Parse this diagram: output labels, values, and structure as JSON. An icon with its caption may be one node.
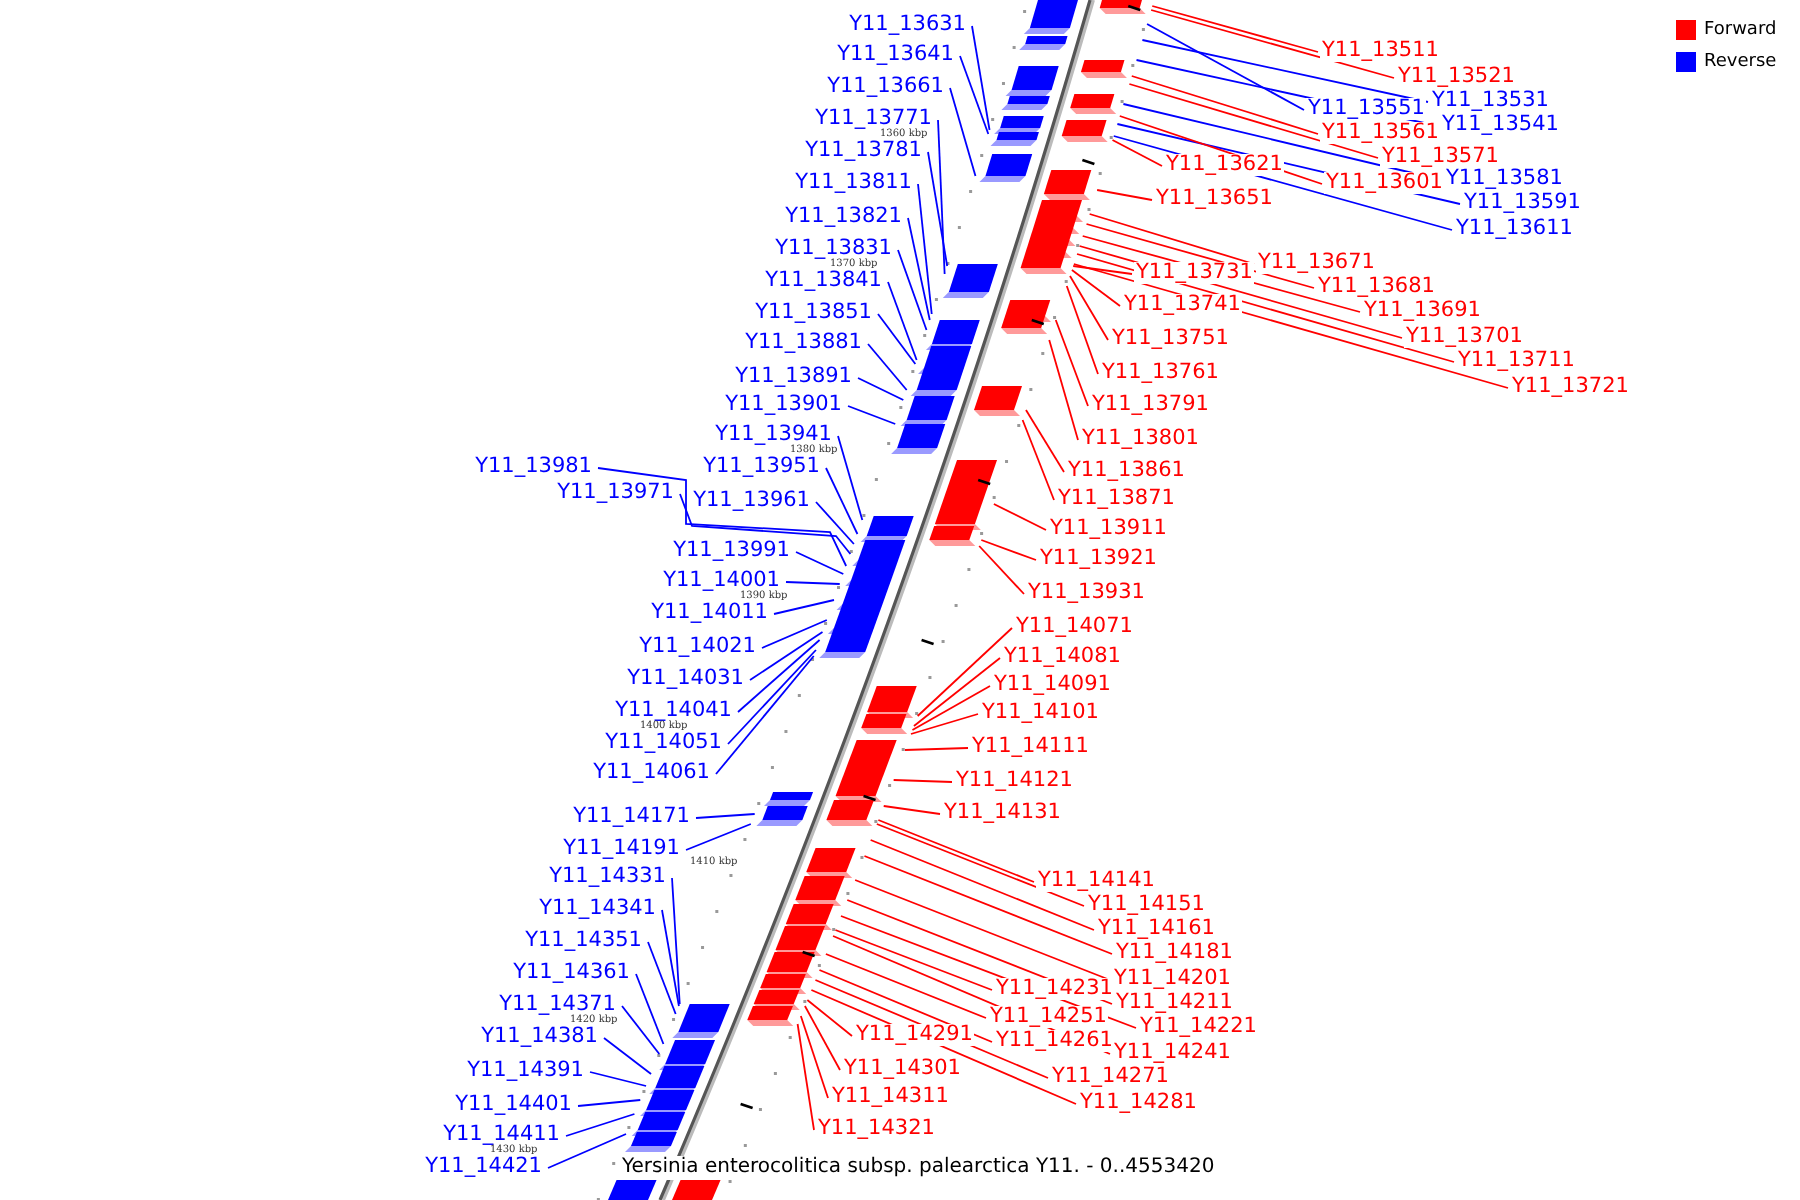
{
  "diagram": {
    "caption": "Yersinia enterocolitica subsp. palearctica Y11. - 0..4553420",
    "nodes": [
      {
        "text": [
          "Y11_13631"
        ]
      },
      {
        "text": [
          "Y11_13641"
        ]
      },
      {
        "text": [
          "Y11_13661"
        ]
      },
      {
        "text": [
          "Y11_13771"
        ]
      },
      {
        "text": [
          "Y11_13781"
        ]
      },
      {
        "text": [
          "Y11_13811"
        ]
      },
      {
        "text": [
          "Y11_13821"
        ]
      },
      {
        "text": [
          "Y11_13831"
        ]
      },
      {
        "text": [
          "Y11_13841"
        ]
      },
      {
        "text": [
          "Y11_13851"
        ]
      },
      {
        "text": [
          "Y11_13881"
        ]
      },
      {
        "text": [
          "Y11_13891"
        ]
      },
      {
        "text": [
          "Y11_13901"
        ]
      },
      {
        "text": [
          "Y11_13941"
        ]
      },
      {
        "text": [
          "Y11_13951"
        ]
      },
      {
        "text": [
          "Y11_13961"
        ]
      },
      {
        "text": [
          "Y11_13971"
        ]
      },
      {
        "text": [
          "Y11_13981"
        ]
      },
      {
        "text": [
          "Y11_13991"
        ]
      },
      {
        "text": [
          "Y11_14001"
        ]
      },
      {
        "text": [
          "Y11_14011"
        ]
      },
      {
        "text": [
          "Y11_14021"
        ]
      },
      {
        "text": [
          "Y11_14031"
        ]
      },
      {
        "text": [
          "Y11_14041"
        ]
      },
      {
        "text": [
          "Y11_14051"
        ]
      },
      {
        "text": [
          "Y11_14061"
        ]
      },
      {
        "text": [
          "Y11_14171"
        ]
      },
      {
        "text": [
          "Y11_14191"
        ]
      },
      {
        "text": [
          "Y11_14331"
        ]
      },
      {
        "text": [
          "Y11_14341"
        ]
      },
      {
        "text": [
          "Y11_14351"
        ]
      },
      {
        "text": [
          "Y11_14361"
        ]
      },
      {
        "text": [
          "Y11_14371"
        ]
      },
      {
        "text": [
          "Y11_14381"
        ]
      },
      {
        "text": [
          "Y11_14391"
        ]
      },
      {
        "text": [
          "Y11_14401"
        ]
      },
      {
        "text": [
          "Y11_14411"
        ]
      },
      {
        "text": [
          "Y11_14421"
        ]
      },
      {
        "text": [
          "Y11_13511"
        ]
      },
      {
        "text": [
          "Y11_13521"
        ]
      },
      {
        "text": [
          "Y11_13551"
        ]
      },
      {
        "text": [
          "Y11_13531"
        ]
      },
      {
        "text": [
          "Y11_13541"
        ]
      },
      {
        "text": [
          "Y11_13561"
        ]
      },
      {
        "text": [
          "Y11_13571"
        ]
      },
      {
        "text": [
          "Y11_13581"
        ]
      },
      {
        "text": [
          "Y11_13591"
        ]
      },
      {
        "text": [
          "Y11_13601"
        ]
      },
      {
        "text": [
          "Y11_13611"
        ]
      },
      {
        "text": [
          "Y11_13621"
        ]
      },
      {
        "text": [
          "Y11_13651"
        ]
      },
      {
        "text": [
          "Y11_13671"
        ]
      },
      {
        "text": [
          "Y11_13681"
        ]
      },
      {
        "text": [
          "Y11_13691"
        ]
      },
      {
        "text": [
          "Y11_13701"
        ]
      },
      {
        "text": [
          "Y11_13711"
        ]
      },
      {
        "text": [
          "Y11_13721"
        ]
      },
      {
        "text": [
          "Y11_13731"
        ]
      },
      {
        "text": [
          "Y11_13741"
        ]
      },
      {
        "text": [
          "Y11_13751"
        ]
      },
      {
        "text": [
          "Y11_13761"
        ]
      },
      {
        "text": [
          "Y11_13791"
        ]
      },
      {
        "text": [
          "Y11_13801"
        ]
      },
      {
        "text": [
          "Y11_13861"
        ]
      },
      {
        "text": [
          "Y11_13871"
        ]
      },
      {
        "text": [
          "Y11_13911"
        ]
      },
      {
        "text": [
          "Y11_13921"
        ]
      },
      {
        "text": [
          "Y11_13931"
        ]
      },
      {
        "text": [
          "Y11_14071"
        ]
      },
      {
        "text": [
          "Y11_14081"
        ]
      },
      {
        "text": [
          "Y11_14091"
        ]
      },
      {
        "text": [
          "Y11_14101"
        ]
      },
      {
        "text": [
          "Y11_14111"
        ]
      },
      {
        "text": [
          "Y11_14121"
        ]
      },
      {
        "text": [
          "Y11_14131"
        ]
      },
      {
        "text": [
          "Y11_14141"
        ]
      },
      {
        "text": [
          "Y11_14151"
        ]
      },
      {
        "text": [
          "Y11_14161"
        ]
      },
      {
        "text": [
          "Y11_14181"
        ]
      },
      {
        "text": [
          "Y11_14201"
        ]
      },
      {
        "text": [
          "Y11_14211"
        ]
      },
      {
        "text": [
          "Y11_14221"
        ]
      },
      {
        "text": [
          "Y11_14231"
        ]
      },
      {
        "text": [
          "Y11_14241"
        ]
      },
      {
        "text": [
          "Y11_14251"
        ]
      },
      {
        "text": [
          "Y11_14261"
        ]
      },
      {
        "text": [
          "Y11_14271"
        ]
      },
      {
        "text": [
          "Y11_14281"
        ]
      },
      {
        "text": [
          "Y11_14291"
        ]
      },
      {
        "text": [
          "Y11_14301"
        ]
      },
      {
        "text": [
          "Y11_14311"
        ]
      },
      {
        "text": [
          "Y11_14321"
        ]
      }
    ],
    "edges": [
      {
        "from": 0,
        "to": null,
        "arrow": "none",
        "color": "#0000ff"
      },
      {
        "from": 1,
        "to": null,
        "arrow": "none",
        "color": "#0000ff"
      },
      {
        "from": 2,
        "to": null,
        "arrow": "none",
        "color": "#0000ff"
      },
      {
        "from": 3,
        "to": null,
        "arrow": "none",
        "color": "#0000ff"
      },
      {
        "from": 4,
        "to": null,
        "arrow": "none",
        "color": "#0000ff"
      },
      {
        "from": 5,
        "to": null,
        "arrow": "none",
        "color": "#0000ff"
      },
      {
        "from": 6,
        "to": null,
        "arrow": "none",
        "color": "#0000ff"
      },
      {
        "from": 7,
        "to": null,
        "arrow": "none",
        "color": "#0000ff"
      },
      {
        "from": 8,
        "to": null,
        "arrow": "none",
        "color": "#0000ff"
      },
      {
        "from": 9,
        "to": null,
        "arrow": "none",
        "color": "#0000ff"
      },
      {
        "from": 10,
        "to": null,
        "arrow": "none",
        "color": "#0000ff"
      },
      {
        "from": 11,
        "to": null,
        "arrow": "none",
        "color": "#0000ff"
      },
      {
        "from": 12,
        "to": null,
        "arrow": "none",
        "color": "#0000ff"
      },
      {
        "from": 13,
        "to": null,
        "arrow": "none",
        "color": "#0000ff"
      },
      {
        "from": 14,
        "to": null,
        "arrow": "none",
        "color": "#0000ff"
      },
      {
        "from": 15,
        "to": null,
        "arrow": "none",
        "color": "#0000ff"
      },
      {
        "from": 16,
        "to": null,
        "arrow": "none",
        "color": "#0000ff"
      },
      {
        "from": 17,
        "to": null,
        "arrow": "none",
        "color": "#0000ff"
      },
      {
        "from": 18,
        "to": null,
        "arrow": "none",
        "color": "#0000ff"
      },
      {
        "from": 19,
        "to": null,
        "arrow": "none",
        "color": "#0000ff"
      },
      {
        "from": 20,
        "to": null,
        "arrow": "none",
        "color": "#0000ff"
      },
      {
        "from": 21,
        "to": null,
        "arrow": "none",
        "color": "#0000ff"
      },
      {
        "from": 22,
        "to": null,
        "arrow": "none",
        "color": "#0000ff"
      },
      {
        "from": 23,
        "to": null,
        "arrow": "none",
        "color": "#0000ff"
      },
      {
        "from": 24,
        "to": null,
        "arrow": "none",
        "color": "#0000ff"
      },
      {
        "from": 25,
        "to": null,
        "arrow": "none",
        "color": "#0000ff"
      },
      {
        "from": 26,
        "to": null,
        "arrow": "none",
        "color": "#0000ff"
      },
      {
        "from": 27,
        "to": null,
        "arrow": "none",
        "color": "#0000ff"
      },
      {
        "from": 28,
        "to": null,
        "arrow": "none",
        "color": "#0000ff"
      },
      {
        "from": 29,
        "to": null,
        "arrow": "none",
        "color": "#0000ff"
      },
      {
        "from": 30,
        "to": null,
        "arrow": "none",
        "color": "#0000ff"
      },
      {
        "from": 31,
        "to": null,
        "arrow": "none",
        "color": "#0000ff"
      },
      {
        "from": 32,
        "to": null,
        "arrow": "none",
        "color": "#0000ff"
      },
      {
        "from": 33,
        "to": null,
        "arrow": "none",
        "color": "#0000ff"
      },
      {
        "from": 34,
        "to": null,
        "arrow": "none",
        "color": "#0000ff"
      },
      {
        "from": 35,
        "to": null,
        "arrow": "none",
        "color": "#0000ff"
      },
      {
        "from": 36,
        "to": null,
        "arrow": "none",
        "color": "#0000ff"
      },
      {
        "from": 37,
        "to": null,
        "arrow": "none",
        "color": "#0000ff"
      },
      {
        "from": 38,
        "to": null,
        "arrow": "none"
      },
      {
        "from": 39,
        "to": null,
        "arrow": "none"
      },
      {
        "from": 40,
        "to": null,
        "arrow": "none",
        "color": "#0000ff"
      },
      {
        "from": 41,
        "to": null,
        "arrow": "none",
        "color": "#0000ff"
      },
      {
        "from": 42,
        "to": null,
        "arrow": "none",
        "color": "#0000ff"
      },
      {
        "from": 43,
        "to": null,
        "arrow": "none"
      },
      {
        "from": 44,
        "to": null,
        "arrow": "none"
      },
      {
        "from": 45,
        "to": null,
        "arrow": "none",
        "color": "#0000ff"
      },
      {
        "from": 46,
        "to": null,
        "arrow": "none",
        "color": "#0000ff"
      },
      {
        "from": 47,
        "to": null,
        "arrow": "none"
      },
      {
        "from": 48,
        "to": null,
        "arrow": "none",
        "color": "#0000ff"
      },
      {
        "from": 49,
        "to": null,
        "arrow": "none"
      },
      {
        "from": 50,
        "to": null,
        "arrow": "none"
      },
      {
        "from": 51,
        "to": null,
        "arrow": "none"
      },
      {
        "from": 52,
        "to": null,
        "arrow": "none"
      },
      {
        "from": 53,
        "to": null,
        "arrow": "none"
      },
      {
        "from": 54,
        "to": null,
        "arrow": "none"
      },
      {
        "from": 55,
        "to": null,
        "arrow": "none"
      },
      {
        "from": 56,
        "to": null,
        "arrow": "none"
      },
      {
        "from": 57,
        "to": null,
        "arrow": "none"
      },
      {
        "from": 58,
        "to": null,
        "arrow": "none"
      },
      {
        "from": 59,
        "to": null,
        "arrow": "none"
      },
      {
        "from": 60,
        "to": null,
        "arrow": "none"
      },
      {
        "from": 61,
        "to": null,
        "arrow": "none"
      },
      {
        "from": 62,
        "to": null,
        "arrow": "none"
      },
      {
        "from": 63,
        "to": null,
        "arrow": "none"
      },
      {
        "from": 64,
        "to": null,
        "arrow": "none"
      },
      {
        "from": 65,
        "to": null,
        "arrow": "none"
      },
      {
        "from": 66,
        "to": null,
        "arrow": "none"
      },
      {
        "from": 67,
        "to": null,
        "arrow": "none"
      },
      {
        "from": 68,
        "to": null,
        "arrow": "none"
      },
      {
        "from": 69,
        "to": null,
        "arrow": "none"
      },
      {
        "from": 70,
        "to": null,
        "arrow": "none"
      },
      {
        "from": 71,
        "to": null,
        "arrow": "none"
      },
      {
        "from": 72,
        "to": null,
        "arrow": "none"
      },
      {
        "from": 73,
        "to": null,
        "arrow": "none"
      },
      {
        "from": 74,
        "to": null,
        "arrow": "none"
      },
      {
        "from": 75,
        "to": null,
        "arrow": "none"
      },
      {
        "from": 76,
        "to": null,
        "arrow": "none"
      },
      {
        "from": 77,
        "to": null,
        "arrow": "none"
      },
      {
        "from": 78,
        "to": null,
        "arrow": "none"
      },
      {
        "from": 79,
        "to": null,
        "arrow": "none"
      },
      {
        "from": 80,
        "to": null,
        "arrow": "none"
      },
      {
        "from": 81,
        "to": null,
        "arrow": "none"
      },
      {
        "from": 82,
        "to": null,
        "arrow": "none"
      },
      {
        "from": 83,
        "to": null,
        "arrow": "none"
      },
      {
        "from": 84,
        "to": null,
        "arrow": "none"
      },
      {
        "from": 85,
        "to": null,
        "arrow": "none"
      },
      {
        "from": 86,
        "to": null,
        "arrow": "none"
      },
      {
        "from": 87,
        "to": null,
        "arrow": "none"
      },
      {
        "from": 88,
        "to": null,
        "arrow": "none"
      },
      {
        "from": 89,
        "to": null,
        "arrow": "none"
      },
      {
        "from": 90,
        "to": null,
        "arrow": "none"
      },
      {
        "from": 91,
        "to": null,
        "arrow": "none"
      }
    ],
    "labels": [
      "1360 kbp",
      "1370 kbp",
      "1380 kbp",
      "1390 kbp",
      "1400 kbp",
      "1410 kbp",
      "1420 kbp",
      "1430 kbp"
    ],
    "legend": [
      {
        "text": "Forward",
        "color": "#ff0000"
      },
      {
        "text": "Reverse",
        "color": "#0000ff"
      }
    ]
  }
}
